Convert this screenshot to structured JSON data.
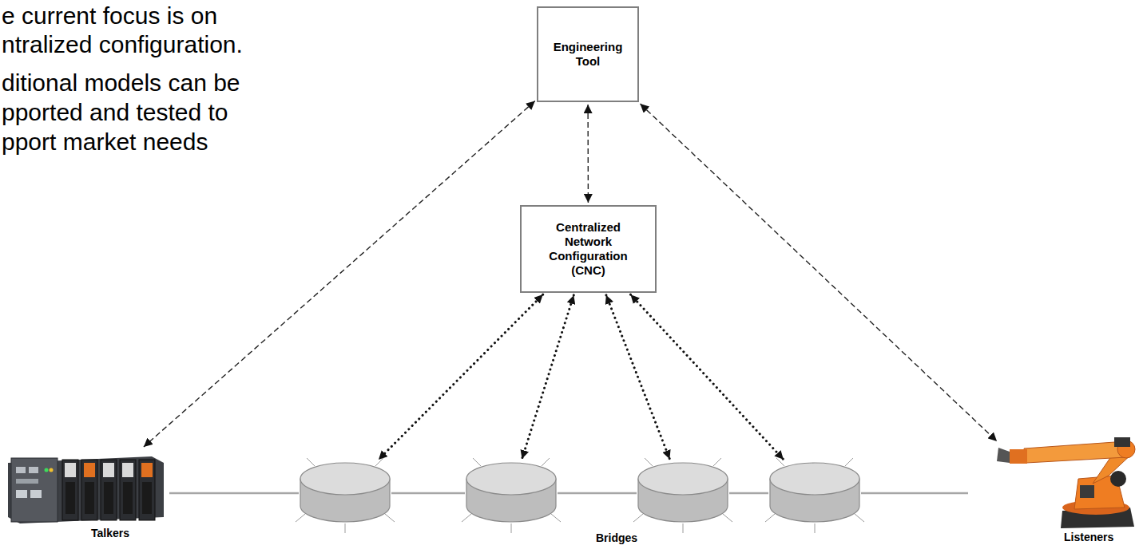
{
  "diagram": {
    "nodes": [
      {
        "text": [
          "Engineering Tool"
        ]
      },
      {
        "text": [
          "Centralized Network Configuration (CNC)"
        ]
      },
      {
        "text": [
          "Talkers"
        ]
      },
      {
        "text": [
          "Bridges"
        ]
      },
      {
        "text": [],
        "in": 3
      },
      {
        "text": [],
        "in": 3
      },
      {
        "text": [],
        "in": 3
      },
      {
        "text": [],
        "in": 3
      },
      {
        "text": [
          "Listeners"
        ]
      }
    ],
    "edges": [
      {
        "from": 0,
        "to": 2,
        "arrow": "both"
      },
      {
        "from": 0,
        "to": 1,
        "arrow": "both"
      },
      {
        "from": 0,
        "to": 8,
        "arrow": "both"
      },
      {
        "from": 1,
        "to": 4,
        "arrow": "both"
      },
      {
        "from": 1,
        "to": 5,
        "arrow": "both"
      },
      {
        "from": 1,
        "to": 6,
        "arrow": "both"
      },
      {
        "from": 1,
        "to": 7,
        "arrow": "both"
      },
      {
        "from": 2,
        "to": 4,
        "arrow": "none"
      },
      {
        "from": 4,
        "to": 5,
        "arrow": "none"
      },
      {
        "from": 5,
        "to": 6,
        "arrow": "none"
      },
      {
        "from": 6,
        "to": 7,
        "arrow": "none"
      },
      {
        "from": 7,
        "to": 8,
        "arrow": "none"
      }
    ],
    "labels": [
      "e current focus is on ntralized configuration.",
      "ditional models can be pported and tested to pport market needs"
    ]
  }
}
